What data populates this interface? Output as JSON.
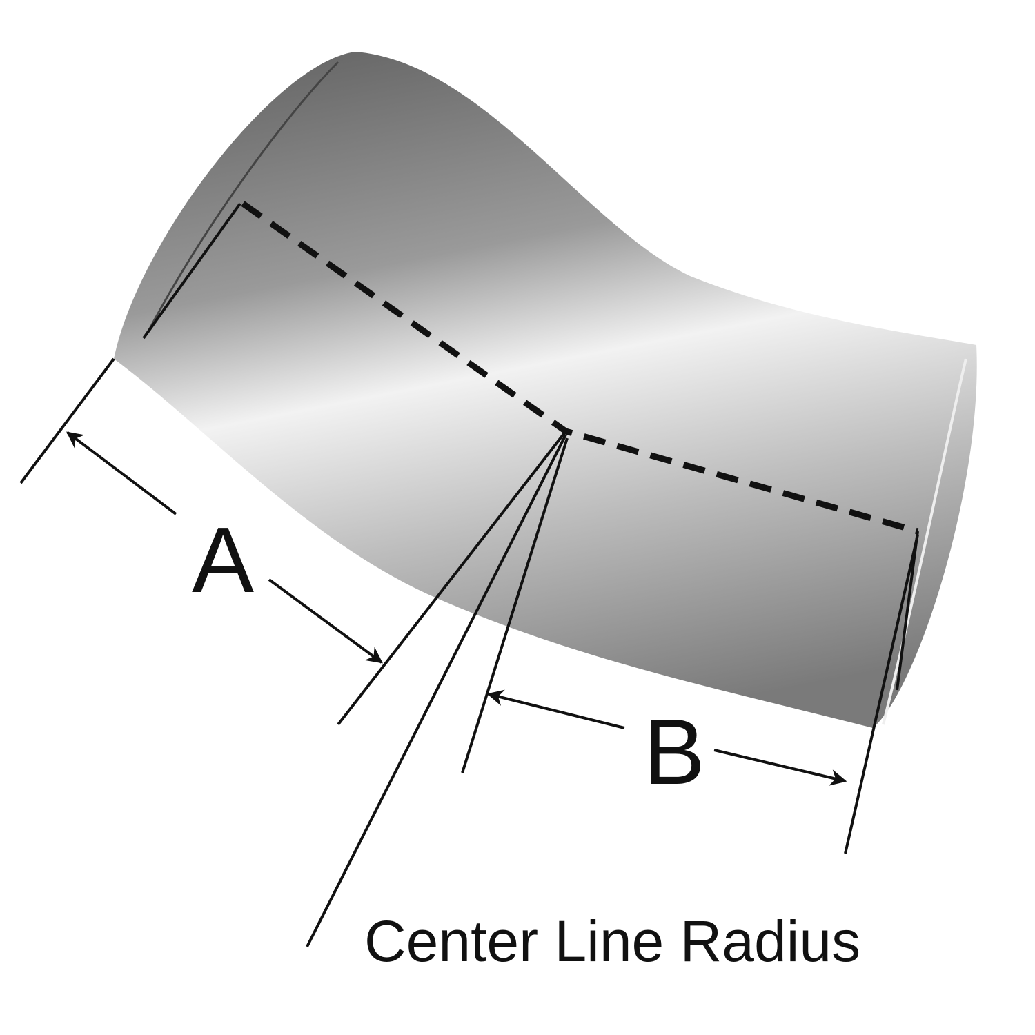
{
  "labels": {
    "a": "A",
    "b": "B",
    "center_line_radius": "Center Line Radius"
  },
  "colors": {
    "line": "#111111",
    "tube_light": "#e6e6e6",
    "tube_dark": "#555555"
  }
}
